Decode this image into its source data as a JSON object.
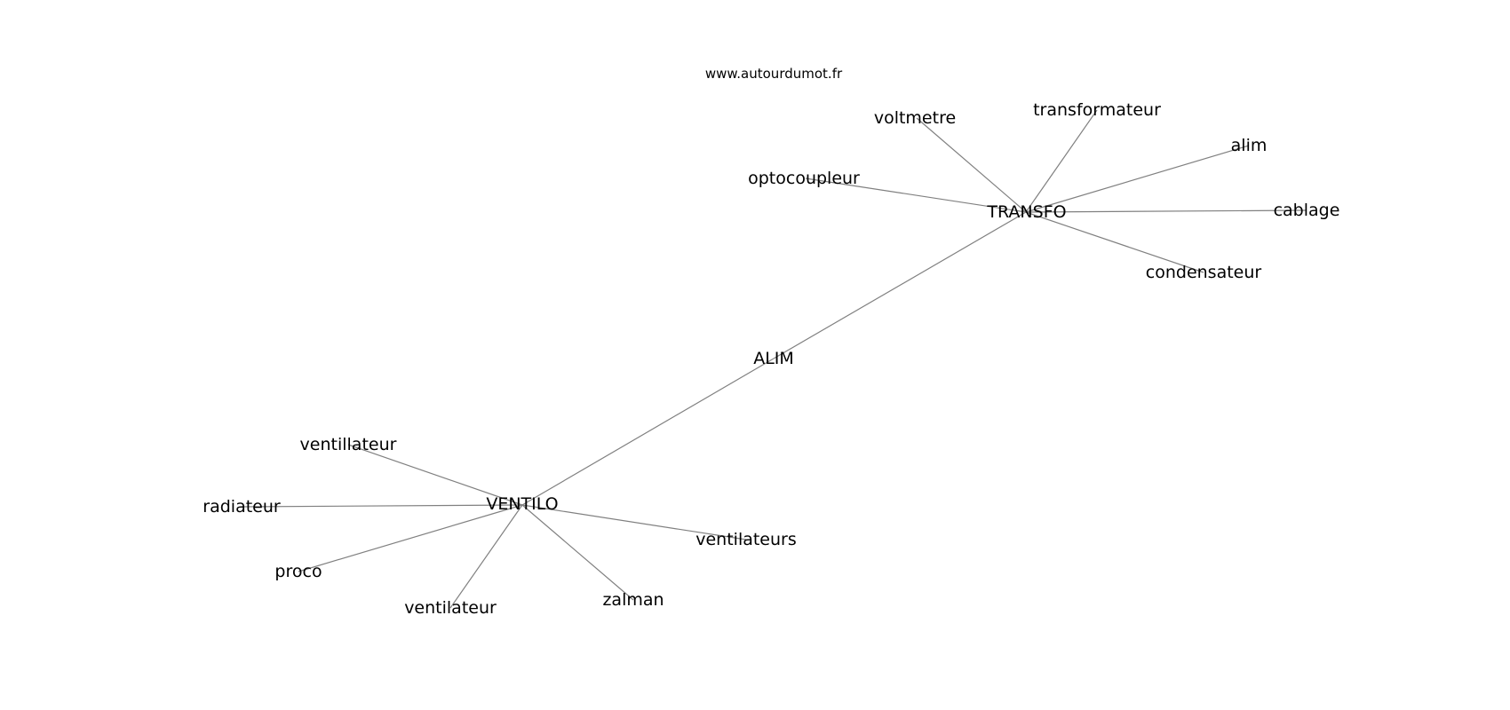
{
  "site": "www.autourdumot.fr",
  "colors": {
    "edge": "#808080",
    "text": "#000000",
    "background": "#ffffff"
  },
  "graph": {
    "nodes": [
      {
        "id": "alim_center",
        "label": "ALIM"
      },
      {
        "id": "transfo",
        "label": "TRANSFO"
      },
      {
        "id": "ventilo",
        "label": "VENTILO"
      },
      {
        "id": "voltmetre",
        "label": "voltmetre"
      },
      {
        "id": "transformateur",
        "label": "transformateur"
      },
      {
        "id": "alim",
        "label": "alim"
      },
      {
        "id": "optocoupleur",
        "label": "optocoupleur"
      },
      {
        "id": "cablage",
        "label": "cablage"
      },
      {
        "id": "condensateur",
        "label": "condensateur"
      },
      {
        "id": "ventillateur",
        "label": "ventillateur"
      },
      {
        "id": "radiateur",
        "label": "radiateur"
      },
      {
        "id": "proco",
        "label": "proco"
      },
      {
        "id": "ventilateur",
        "label": "ventilateur"
      },
      {
        "id": "zalman",
        "label": "zalman"
      },
      {
        "id": "ventilateurs",
        "label": "ventilateurs"
      }
    ],
    "edges": [
      [
        "alim_center",
        "transfo"
      ],
      [
        "alim_center",
        "ventilo"
      ],
      [
        "transfo",
        "voltmetre"
      ],
      [
        "transfo",
        "transformateur"
      ],
      [
        "transfo",
        "alim"
      ],
      [
        "transfo",
        "optocoupleur"
      ],
      [
        "transfo",
        "cablage"
      ],
      [
        "transfo",
        "condensateur"
      ],
      [
        "ventilo",
        "ventillateur"
      ],
      [
        "ventilo",
        "radiateur"
      ],
      [
        "ventilo",
        "proco"
      ],
      [
        "ventilo",
        "ventilateur"
      ],
      [
        "ventilo",
        "zalman"
      ],
      [
        "ventilo",
        "ventilateurs"
      ]
    ]
  }
}
